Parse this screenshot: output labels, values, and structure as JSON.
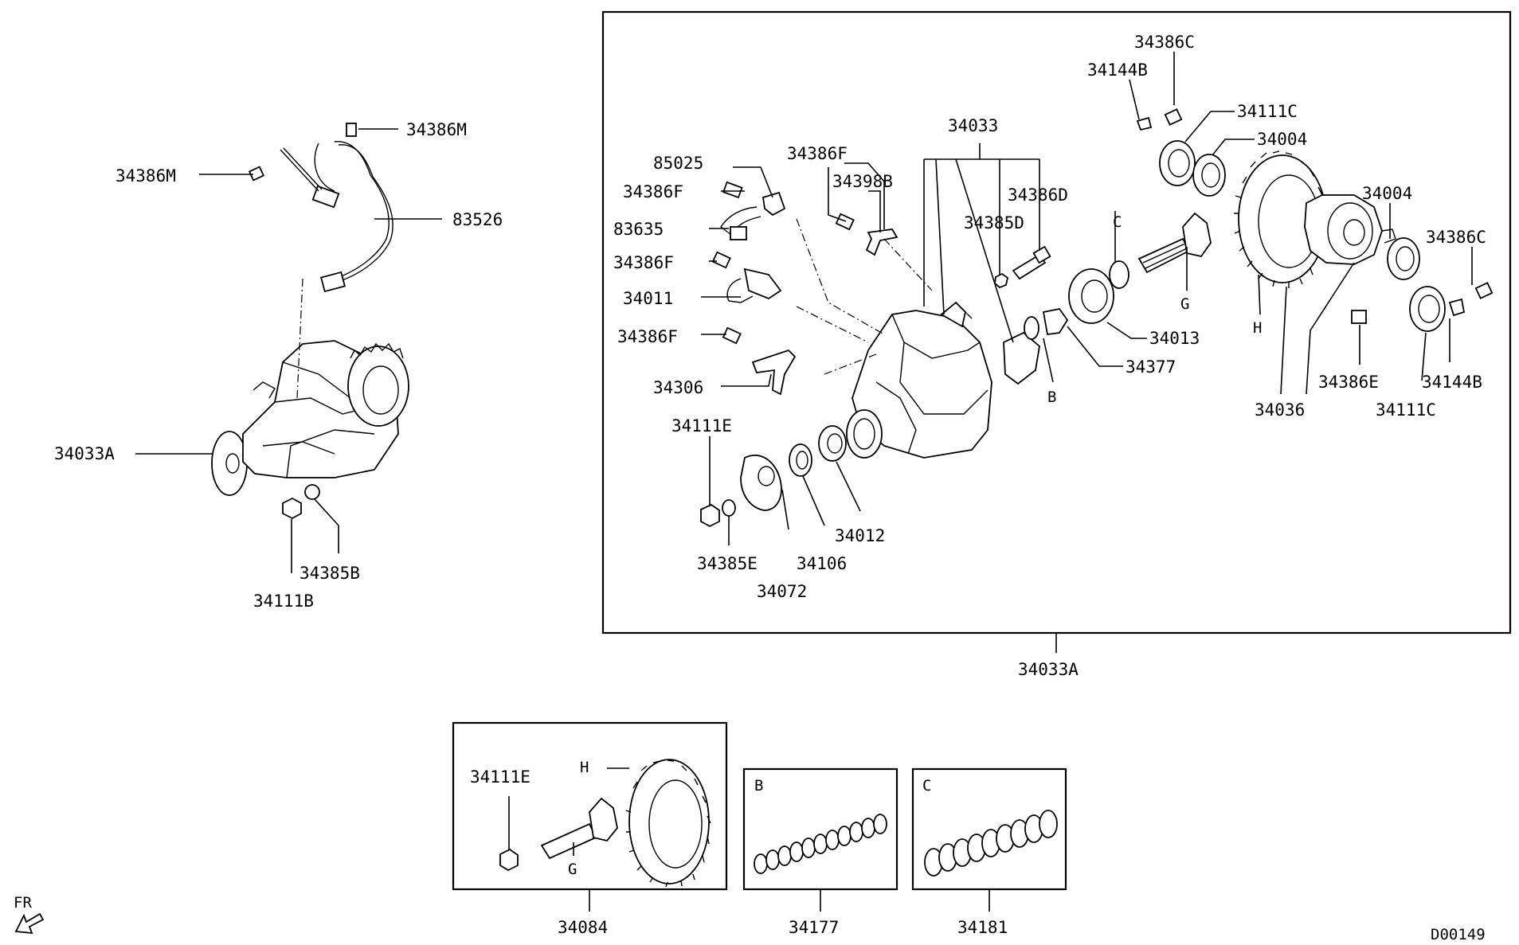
{
  "part_numbers": {
    "p34386C_top": "34386C",
    "p34144B_top": "34144B",
    "p34111C_top": "34111C",
    "p34004_top": "34004",
    "p34033": "34033",
    "p85025": "85025",
    "p34386F_a": "34386F",
    "p34386F_b": "34386F",
    "p34398B": "34398B",
    "p34386D": "34386D",
    "p34385D": "34385D",
    "p83635": "83635",
    "p34386F_c": "34386F",
    "p34011": "34011",
    "p34386F_d": "34386F",
    "p34306": "34306",
    "p34004_right": "34004",
    "p34386C_right": "34386C",
    "p34013": "34013",
    "p34377": "34377",
    "p34386E": "34386E",
    "p34144B_right": "34144B",
    "p34036": "34036",
    "p34111C_right": "34111C",
    "p34111E_main": "34111E",
    "p34012": "34012",
    "p34385E": "34385E",
    "p34106": "34106",
    "p34072": "34072",
    "p34033A_box": "34033A",
    "p34386M_top": "34386M",
    "p34386M_left": "34386M",
    "p83526": "83526",
    "p34033A_left": "34033A",
    "p34385B": "34385B",
    "p34111B": "34111B",
    "p34111E_kit": "34111E",
    "p34084": "34084",
    "p34177": "34177",
    "p34181": "34181"
  },
  "callout_letters": {
    "C_main": "C",
    "B_main": "B",
    "G_main": "G",
    "H_main": "H",
    "H_kit": "H",
    "G_kit": "G",
    "B_kit": "B",
    "C_kit": "C"
  },
  "direction_label": "FR",
  "diagram_id": "D00149"
}
